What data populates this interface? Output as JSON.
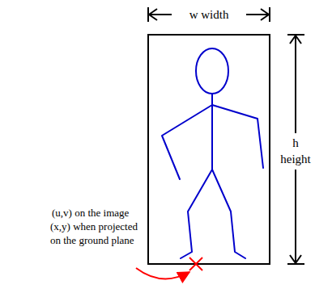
{
  "diagram": {
    "labels": [
      "w width",
      "h",
      "height",
      "(u,v) on the image",
      "(x,y) when projected",
      "on the ground plane"
    ]
  }
}
